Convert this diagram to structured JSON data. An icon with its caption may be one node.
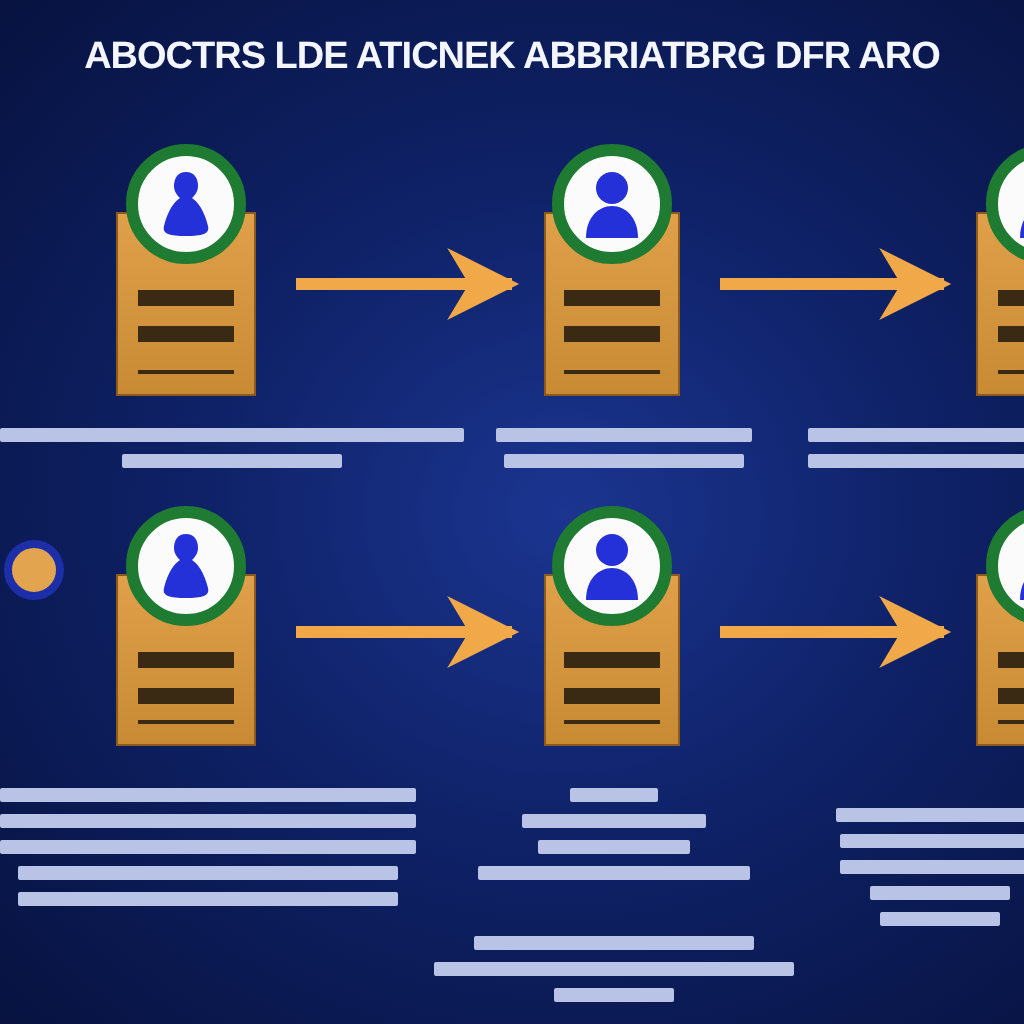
{
  "diagram": {
    "title": "ABOCTRS LDE ATICNEK ABBRIATBRG DFR ARO",
    "nodes": [
      {
        "text": [],
        "shape": "box"
      },
      {
        "text": [],
        "shape": "box"
      },
      {
        "text": [],
        "shape": "box"
      },
      {
        "text": [],
        "shape": "box"
      },
      {
        "text": [],
        "shape": "box"
      },
      {
        "text": [],
        "shape": "box"
      },
      {
        "text": [],
        "shape": "circle"
      }
    ],
    "edges": [
      {
        "from": 0,
        "to": 1,
        "arrow": "to"
      },
      {
        "from": 1,
        "to": 2,
        "arrow": "to"
      },
      {
        "from": 3,
        "to": 4,
        "arrow": "to"
      },
      {
        "from": 4,
        "to": 5,
        "arrow": "to"
      }
    ]
  }
}
